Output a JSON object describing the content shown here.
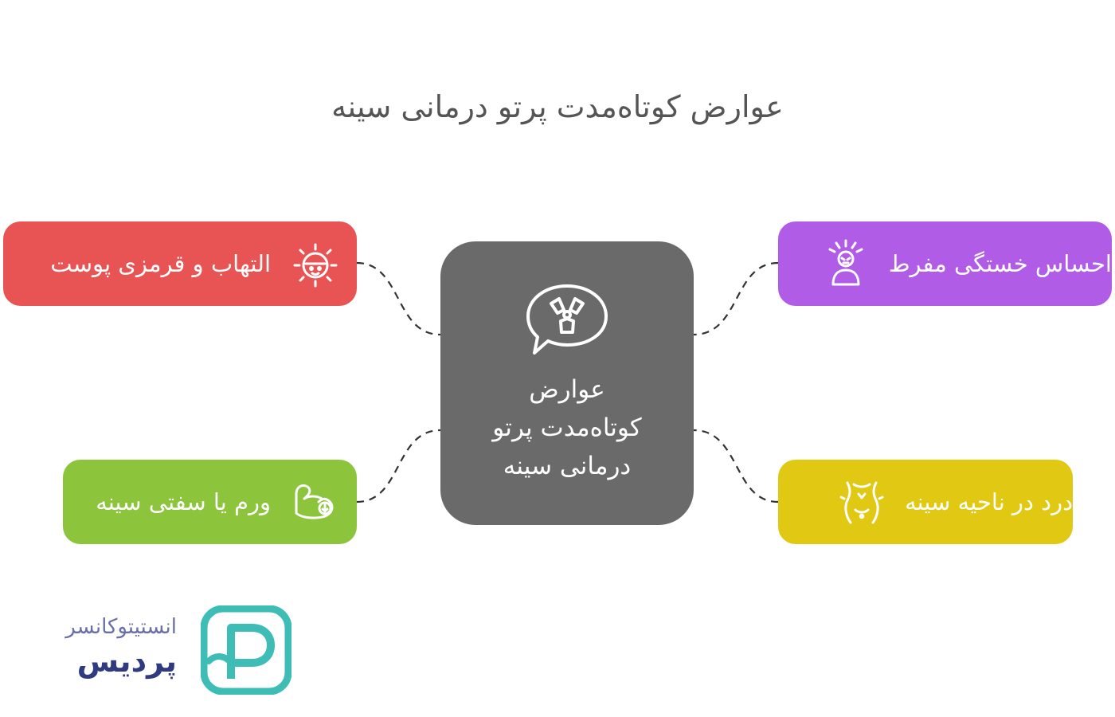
{
  "title": "عوارض کوتاه‌مدت پرتو درمانی سینه",
  "center": {
    "lines": [
      "عوارض",
      "کوتاه‌مدت پرتو",
      "درمانی سینه"
    ],
    "icon": "radiation-speech-bubble-icon"
  },
  "items": {
    "inflammation": {
      "label": "التهاب و قرمزی پوست",
      "icon": "sun-face-icon",
      "color": "#e85454"
    },
    "swelling": {
      "label": "ورم یا سفتی سینه",
      "icon": "arm-swelling-icon",
      "color": "#8cc43c"
    },
    "fatigue": {
      "label": "احساس خستگی مفرط",
      "icon": "exhausted-person-icon",
      "color": "#b05ce6"
    },
    "pain": {
      "label": "درد در ناحیه سینه",
      "icon": "torso-pain-icon",
      "color": "#e1c913"
    }
  },
  "logo": {
    "line1": "انستیتوکانسر",
    "line2": "پردیس",
    "icon": "pardis-p-logo-icon",
    "colors": {
      "mark": "#3dbdb5",
      "text_light": "#6b6fa8",
      "text_dark": "#2f3a80"
    }
  }
}
